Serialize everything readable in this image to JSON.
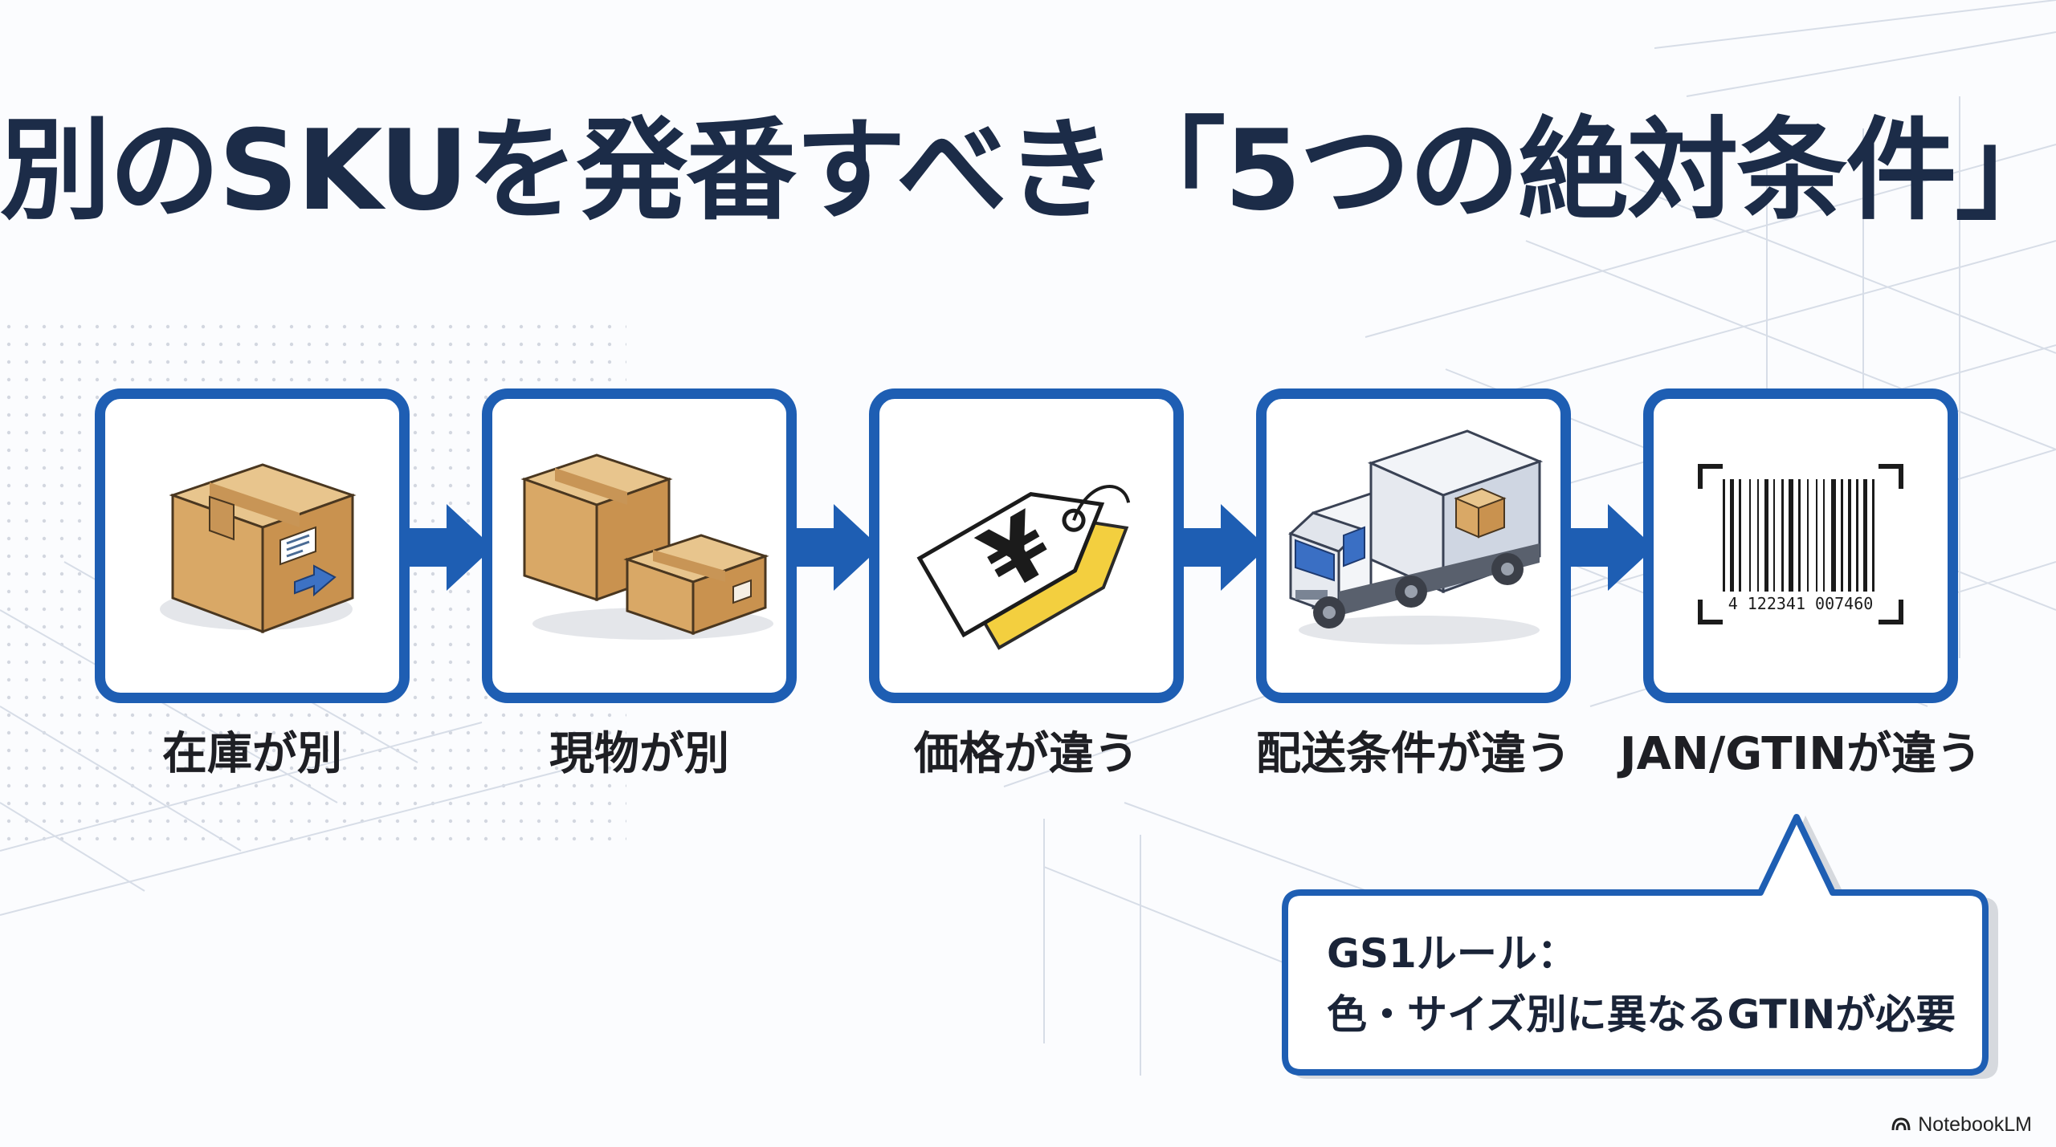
{
  "title": "別のSKUを発番すべき「5つの絶対条件」",
  "steps": [
    {
      "label": "在庫が別",
      "icon": "box-arrow-icon"
    },
    {
      "label": "現物が別",
      "icon": "two-boxes-icon"
    },
    {
      "label": "価格が違う",
      "icon": "yen-tag-icon"
    },
    {
      "label": "配送条件が違う",
      "icon": "truck-icon"
    },
    {
      "label": "JAN/GTINが違う",
      "icon": "barcode-icon"
    }
  ],
  "barcode_digits": "4 122341 007460",
  "callout": {
    "line1": "GS1ルール：",
    "line2": "色・サイズ別に異なるGTINが必要"
  },
  "brand": "NotebookLM",
  "colors": {
    "accent": "#1e5eb3",
    "title": "#1c2c48",
    "box": "#d9a866",
    "tag": "#f3cf3f"
  }
}
